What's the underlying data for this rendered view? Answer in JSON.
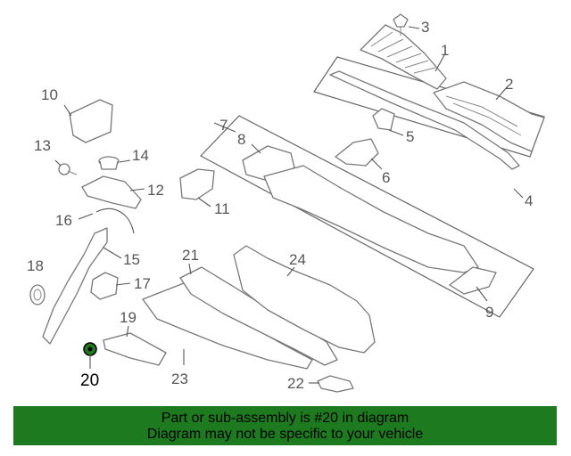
{
  "diagram": {
    "highlight_color": "#1e7a1e",
    "callouts": [
      {
        "id": "1",
        "text": "1"
      },
      {
        "id": "2",
        "text": "2"
      },
      {
        "id": "3",
        "text": "3"
      },
      {
        "id": "4",
        "text": "4"
      },
      {
        "id": "5",
        "text": "5"
      },
      {
        "id": "6",
        "text": "6"
      },
      {
        "id": "7",
        "text": "7"
      },
      {
        "id": "8",
        "text": "8"
      },
      {
        "id": "9",
        "text": "9"
      },
      {
        "id": "10",
        "text": "10"
      },
      {
        "id": "11",
        "text": "11"
      },
      {
        "id": "12",
        "text": "12"
      },
      {
        "id": "13",
        "text": "13"
      },
      {
        "id": "14",
        "text": "14"
      },
      {
        "id": "15",
        "text": "15"
      },
      {
        "id": "16",
        "text": "16"
      },
      {
        "id": "17",
        "text": "17"
      },
      {
        "id": "18",
        "text": "18"
      },
      {
        "id": "19",
        "text": "19"
      },
      {
        "id": "20",
        "text": "20"
      },
      {
        "id": "21",
        "text": "21"
      },
      {
        "id": "22",
        "text": "22"
      },
      {
        "id": "23",
        "text": "23"
      },
      {
        "id": "24",
        "text": "24"
      }
    ]
  },
  "banner": {
    "line1": "Part or sub-assembly is #20 in diagram",
    "line2": "Diagram may not be specific to your vehicle",
    "color": "#1e7a1e"
  }
}
